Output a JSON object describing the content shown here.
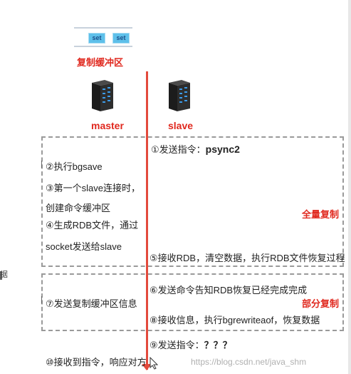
{
  "buffer": {
    "chips": [
      "set",
      "set"
    ],
    "title": "复制缓冲区"
  },
  "nodes": {
    "master": "master",
    "slave": "slave"
  },
  "steps": {
    "s1_label": "①发送指令：",
    "s1_cmd": "psync2",
    "s2": "②执行bgsave",
    "s3_line1": "③第一个slave连接时，",
    "s3_line2": "创建命令缓冲区",
    "s4_line1": "④生成RDB文件，通过",
    "s4_line2": "socket发送给slave",
    "s5": "⑤接收RDB，清空数据，执行RDB文件恢复过程",
    "s6": "⑥发送命令告知RDB恢复已经完成完成",
    "s7": "⑦发送复制缓冲区信息",
    "s8": "⑧接收信息，执行bgrewriteaof，恢复数据",
    "s9_label": "⑨发送指令：",
    "s9_cmd": "？？？",
    "s10": "⑩接收到指令，响应对方"
  },
  "phases": {
    "full": "全量复制",
    "partial": "部分复制"
  },
  "side_text": "据",
  "watermark": "https://blog.csdn.net/java_shm",
  "colors": {
    "accent": "#e0281e",
    "divider": "#e34a3c",
    "dash": "#9a9a9a",
    "chip": "#5ec0ea"
  }
}
